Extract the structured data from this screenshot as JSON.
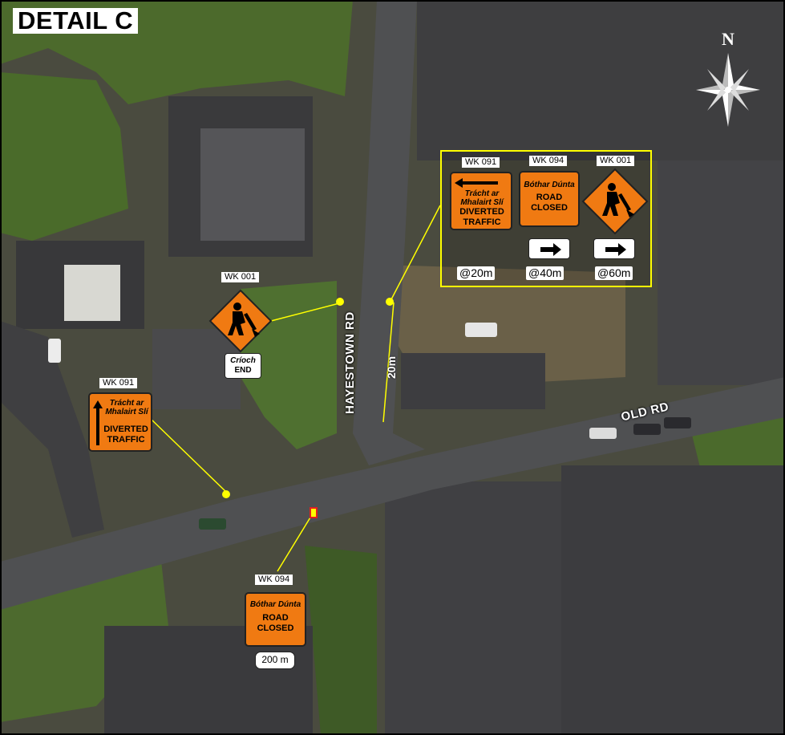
{
  "title": "DETAIL C",
  "compass_label": "N",
  "roads": {
    "hayestown": "HAYESTOWN RD",
    "old": "OLD RD"
  },
  "dimension": "20m",
  "signs": {
    "wk001_main": {
      "code": "WK 001",
      "plate_irish": "Críoch",
      "plate_english": "END"
    },
    "wk091_main": {
      "code": "WK 091",
      "irish_line1": "Trácht ar",
      "irish_line2": "Mhalairt Slí",
      "english_line1": "DIVERTED",
      "english_line2": "TRAFFIC"
    },
    "wk094_main": {
      "code": "WK 094",
      "irish": "Bóthar Dúnta",
      "english_line1": "ROAD",
      "english_line2": "CLOSED",
      "distance": "200 m"
    }
  },
  "legend": {
    "signs": [
      {
        "code": "WK 091",
        "irish_line1": "Trácht ar",
        "irish_line2": "Mhalairt Slí",
        "english_line1": "DIVERTED",
        "english_line2": "TRAFFIC",
        "distance": "@20m"
      },
      {
        "code": "WK 094",
        "irish": "Bóthar Dúnta",
        "english_line1": "ROAD",
        "english_line2": "CLOSED",
        "distance": "@40m"
      },
      {
        "code": "WK 001",
        "distance": "@60m"
      }
    ]
  },
  "colors": {
    "sign_orange": "#f07a12",
    "leader_yellow": "#ffff00",
    "legend_border": "#ffff00",
    "road": "#4f5052",
    "grass": "#3f5a26"
  }
}
